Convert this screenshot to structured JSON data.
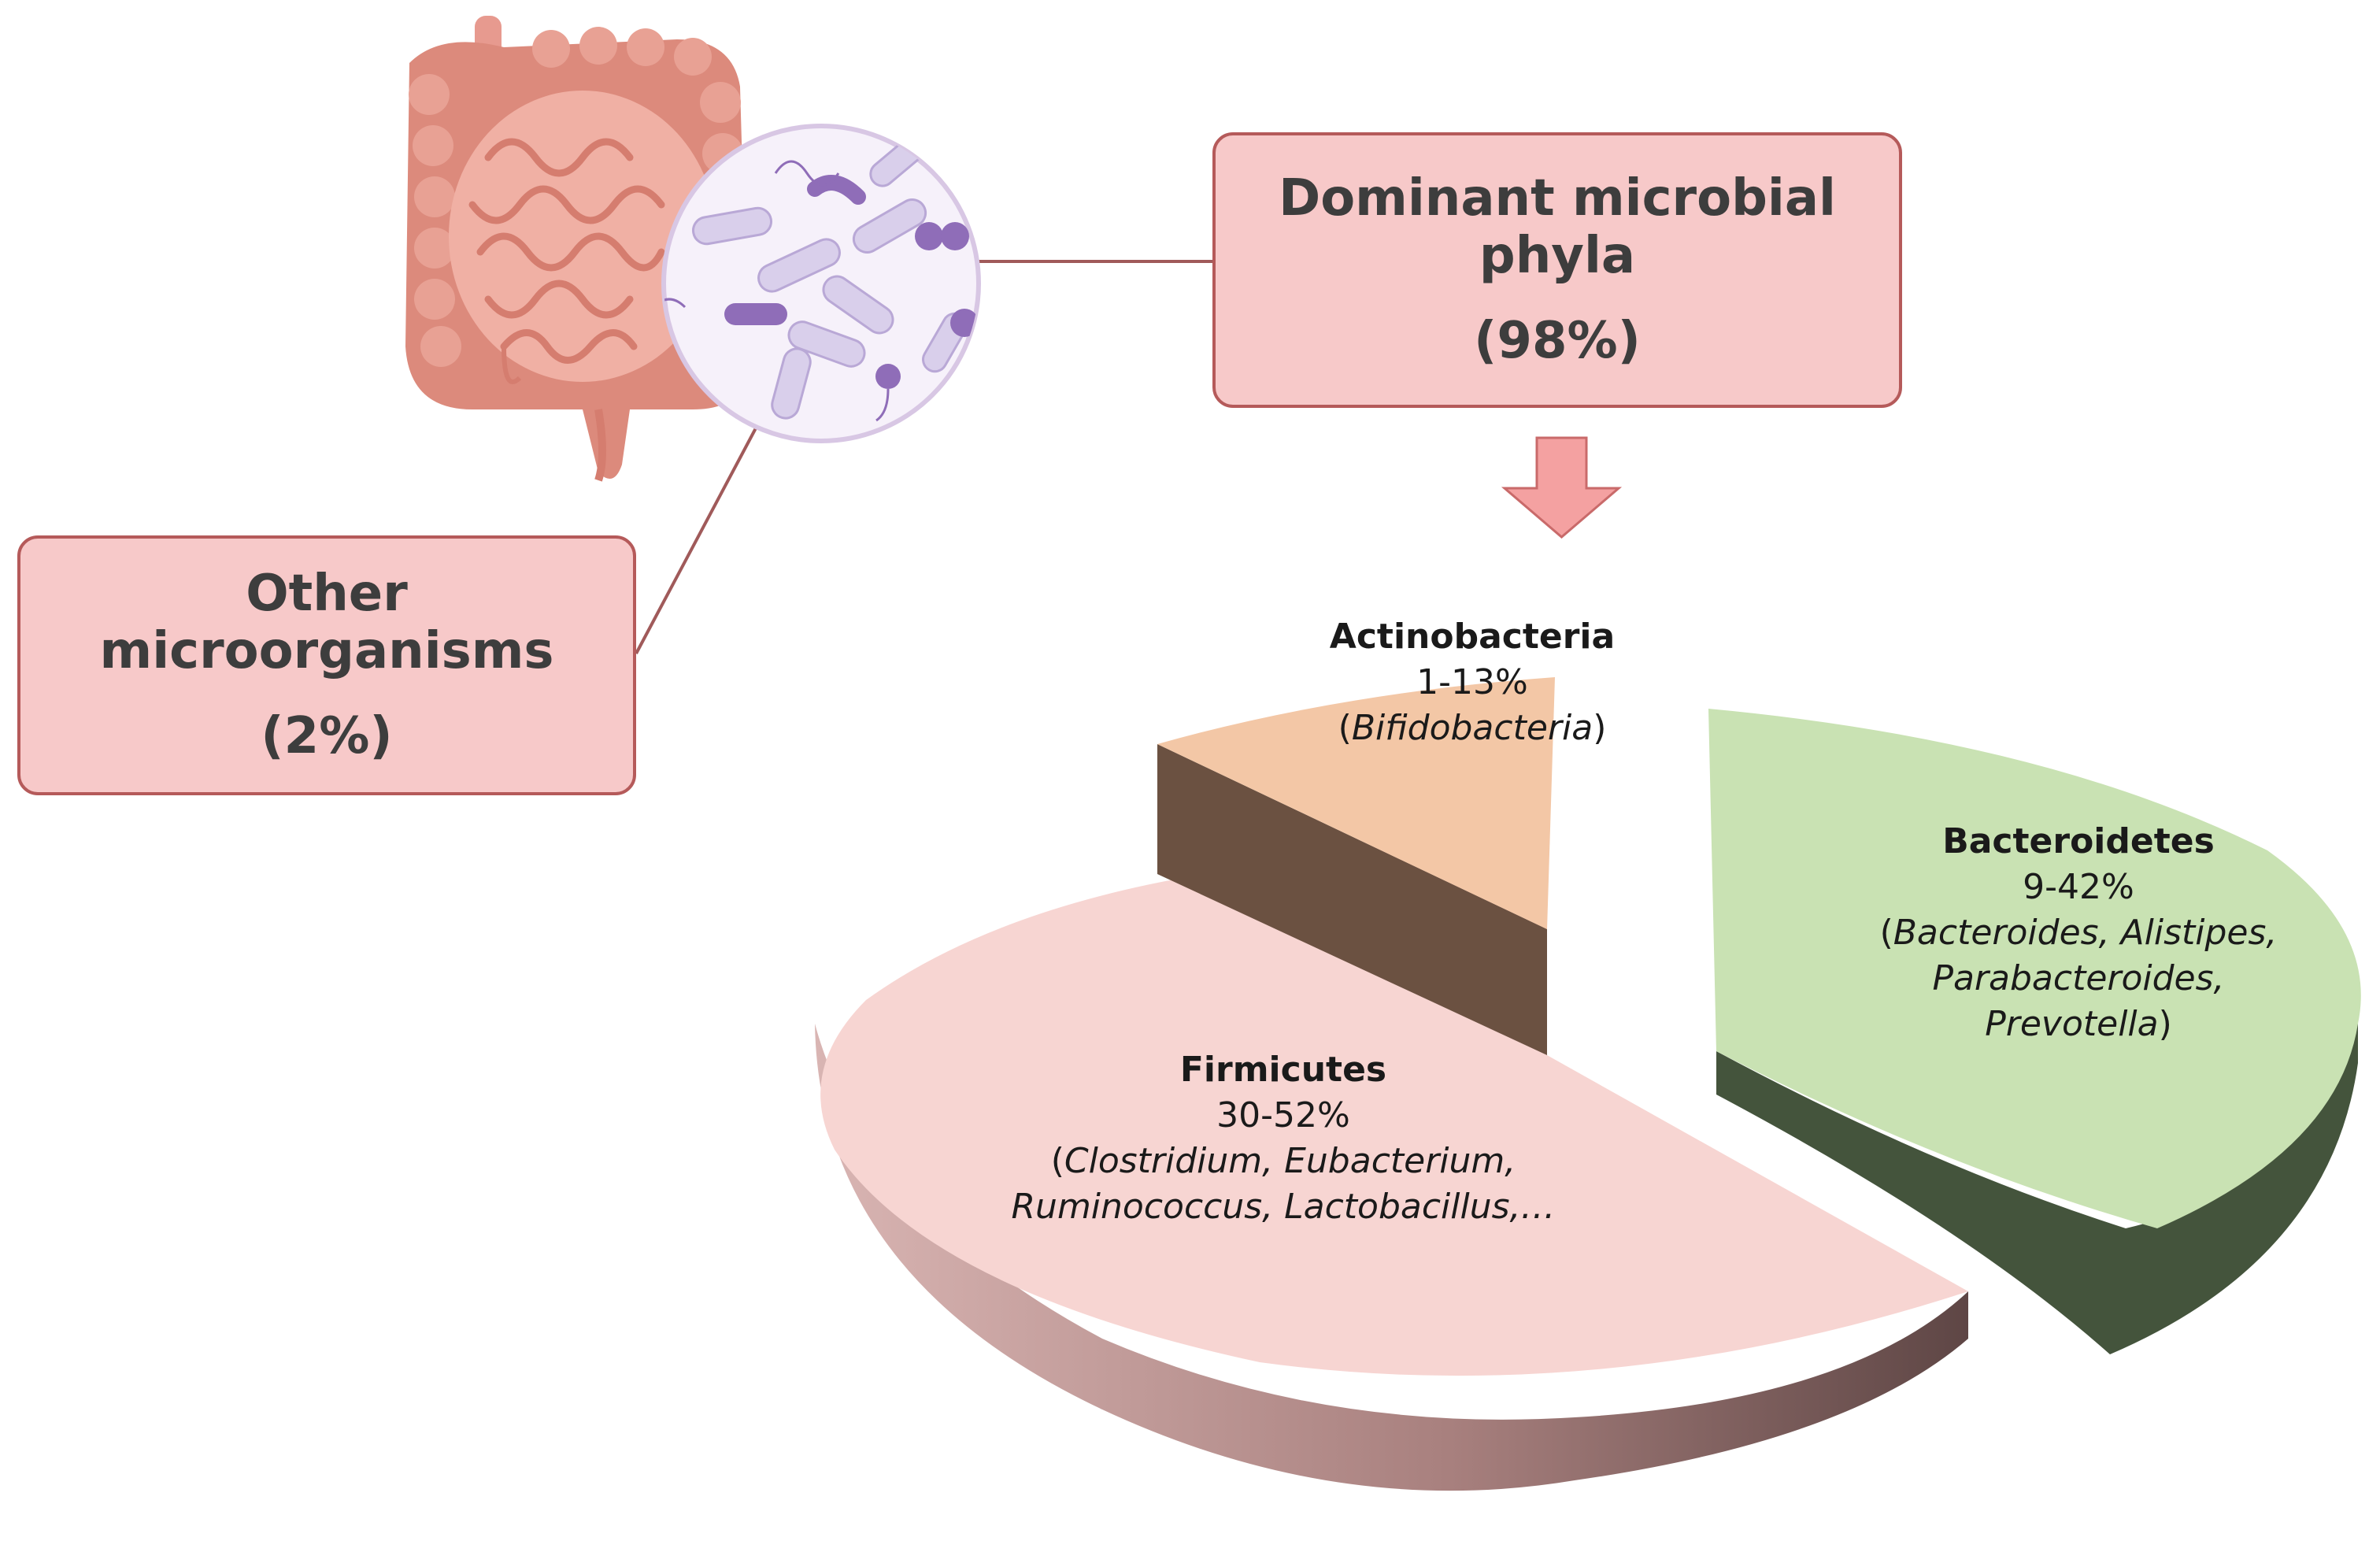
{
  "boxes": {
    "other": {
      "title": "Other microorganisms",
      "value": "(2%)"
    },
    "dominant": {
      "title": "Dominant microbial phyla",
      "value": "(98%)"
    }
  },
  "chart_data": {
    "type": "pie",
    "slices": [
      {
        "label": "Actinobacteria",
        "range_text": "1-13%",
        "genera_lines": [
          "Bifidobacteria"
        ],
        "color": "#f3c7a6",
        "side_color": "#6b5141"
      },
      {
        "label": "Bacteroidetes",
        "range_text": "9-42%",
        "genera_lines": [
          "Bacteroides, Alistipes,",
          "Parabacteroides,",
          "Prevotella"
        ],
        "color": "#c9e2b3",
        "side_color": "#44543c"
      },
      {
        "label": "Firmicutes",
        "range_text": "30-52%",
        "genera_lines": [
          "Clostridium,  Eubacterium,",
          "Ruminococcus, Lactobacillus,…"
        ],
        "color": "#f7d5d2",
        "side_color": "#8f6c6a"
      }
    ]
  },
  "colors": {
    "box_fill": "#f7c9c9",
    "box_border": "#b55a5a",
    "arrow": "#f4a1a1",
    "connector": "#a05a5a"
  },
  "icons": [
    "intestine-icon",
    "bacteria-magnifier-icon",
    "down-arrow-icon"
  ]
}
